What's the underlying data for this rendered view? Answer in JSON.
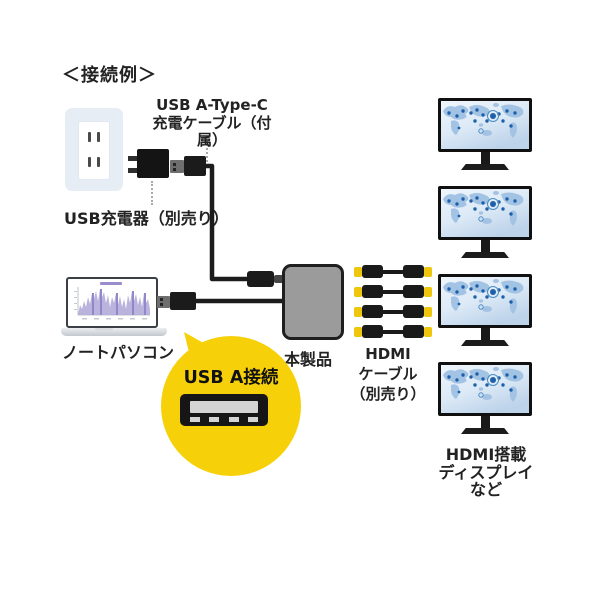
{
  "diagram": {
    "title": "＜接続例＞",
    "charge_cable_label": {
      "line1": "USB A-Type-C",
      "line2": "充電ケーブル（付属）"
    },
    "charger_label": "USB充電器（別売り）",
    "laptop_label": "ノートパソコン",
    "product_label": "本製品",
    "hdmi_cable_label": {
      "line1": "HDMI",
      "line2": "ケーブル",
      "line3": "（別売り）"
    },
    "displays_label": {
      "line1": "HDMI搭載",
      "line2": "ディスプレイ",
      "line3": "など"
    },
    "bubble_label": "USB A接続"
  },
  "hdmi_cables": {
    "count": 4
  },
  "displays": {
    "count": 4
  },
  "icons": {
    "usb_a_port": "usb-a-port-icon",
    "world_map": "world-map-graphic",
    "chart": "laptop-chart-graphic"
  },
  "colors": {
    "accent_yellow": "#F6D10A",
    "hdmi_yellow": "#EFC60D",
    "product_gray": "#9B9B9B",
    "cable_black": "#1C1C1C",
    "outlet_bg": "#E7EDF4",
    "map_land": "#A2C3E3",
    "map_dot": "#1E61AA",
    "chart_purple": "#B3ABD9",
    "text": "#222222"
  }
}
